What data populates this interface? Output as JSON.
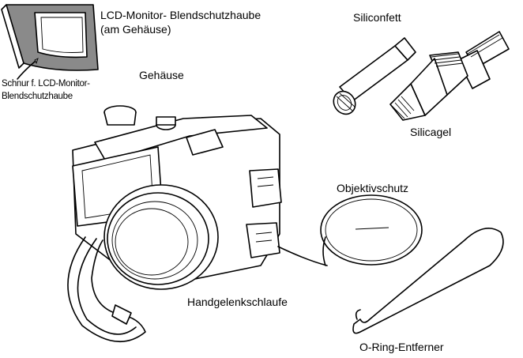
{
  "labels": {
    "hood_line1": "LCD-Monitor- Blendschutzhaube",
    "hood_line2": "(am Gehäuse)",
    "cord_line1": "Schnur f. LCD-Monitor-",
    "cord_line2": "Blendschutzhaube",
    "housing": "Gehäuse",
    "grease": "Siliconfett",
    "silica": "Silicagel",
    "lens_cap": "Objektivschutz",
    "strap": "Handgelenkschlaufe",
    "oring_remover": "O-Ring-Entferner"
  }
}
